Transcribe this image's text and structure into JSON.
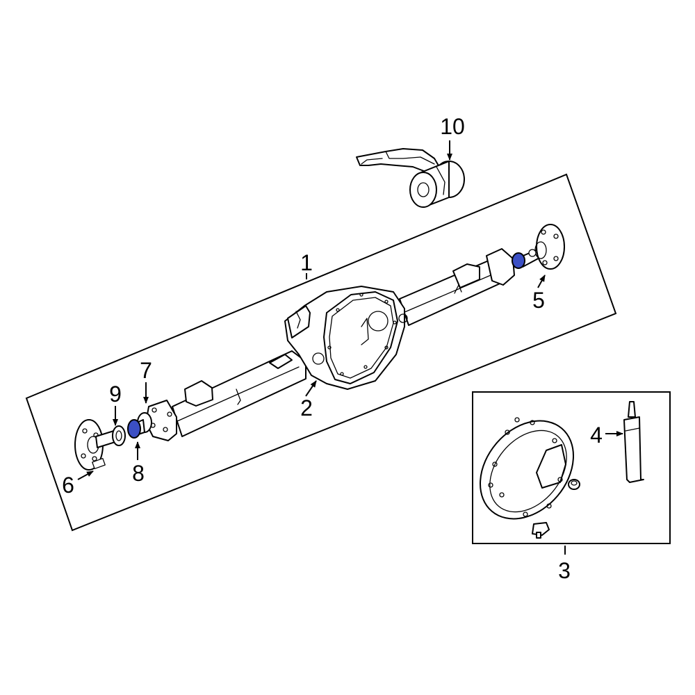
{
  "callouts": [
    {
      "id": "1",
      "label": "1"
    },
    {
      "id": "2",
      "label": "2"
    },
    {
      "id": "3",
      "label": "3"
    },
    {
      "id": "4",
      "label": "4"
    },
    {
      "id": "5",
      "label": "5"
    },
    {
      "id": "6",
      "label": "6"
    },
    {
      "id": "7",
      "label": "7"
    },
    {
      "id": "8",
      "label": "8"
    },
    {
      "id": "9",
      "label": "9"
    },
    {
      "id": "10",
      "label": "10"
    }
  ],
  "colors": {
    "highlight": "#3b4fc4",
    "line": "#000000",
    "background": "#ffffff"
  }
}
